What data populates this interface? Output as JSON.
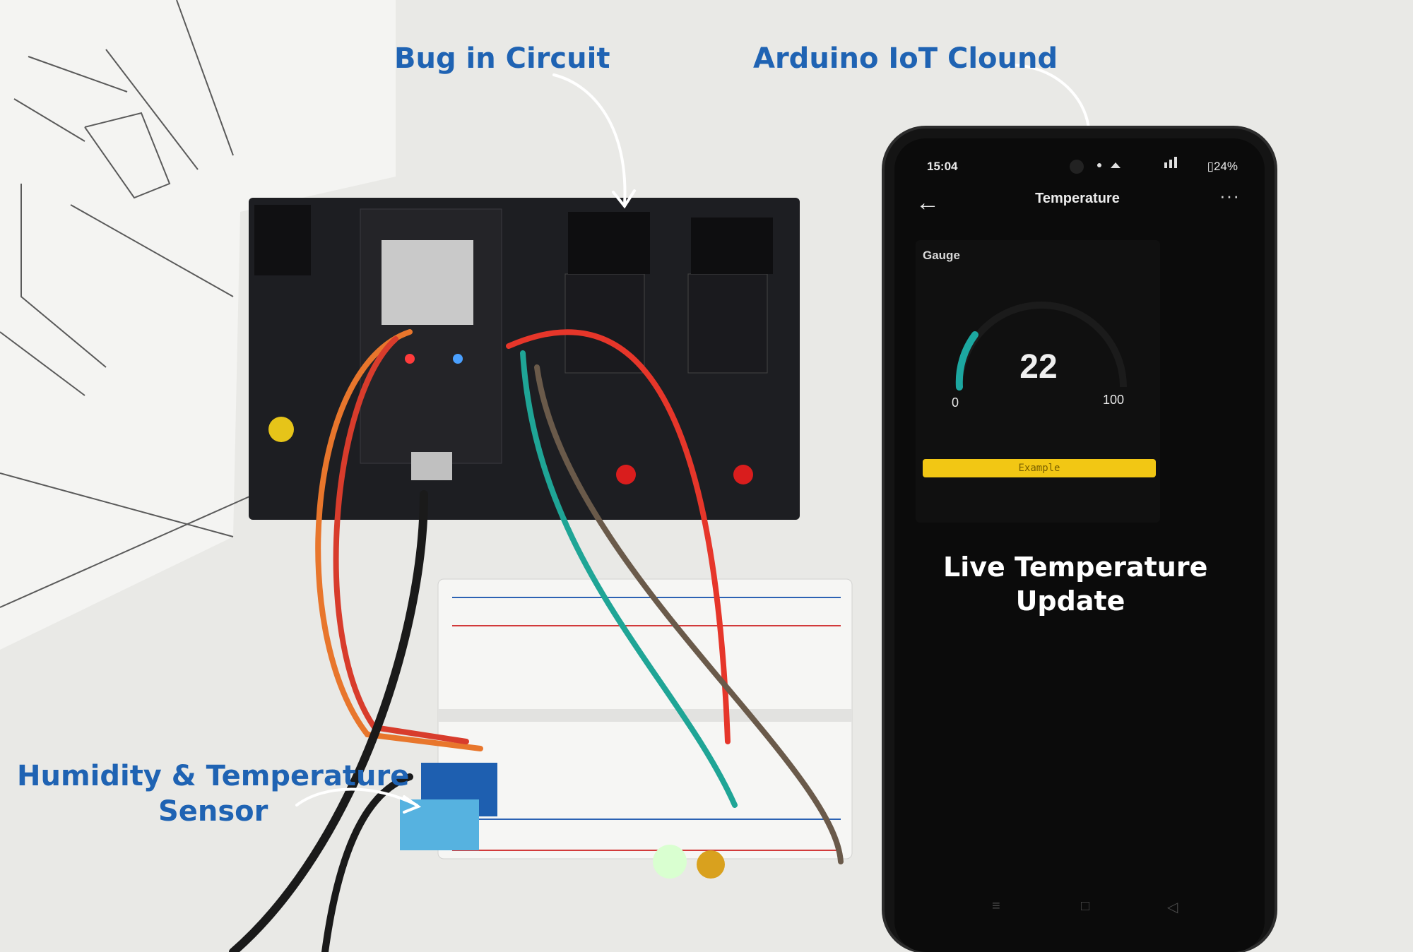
{
  "callouts": {
    "bug": "Bug in Circuit",
    "cloud": "Arduino IoT Clound",
    "sensor_line1": "Humidity & Temperature",
    "sensor_line2": "Sensor",
    "live_line1": "Live  Temperature",
    "live_line2": "Update"
  },
  "phone": {
    "status_time": "15:04",
    "status_battery": "24%",
    "title": "Temperature",
    "card_label": "Gauge",
    "gauge": {
      "value": "22",
      "min": "0",
      "max": "100",
      "fraction": 0.22
    },
    "example_label": "Example"
  },
  "colors": {
    "callout_blue": "#1f63b3",
    "gauge_teal": "#1ca7a0",
    "example_yellow": "#f2c714"
  },
  "icons": [
    "back-arrow-icon",
    "more-icon",
    "wifi-icon",
    "battery-icon",
    "bluetooth-icon",
    "signal-icon",
    "usb-connector-icon"
  ]
}
